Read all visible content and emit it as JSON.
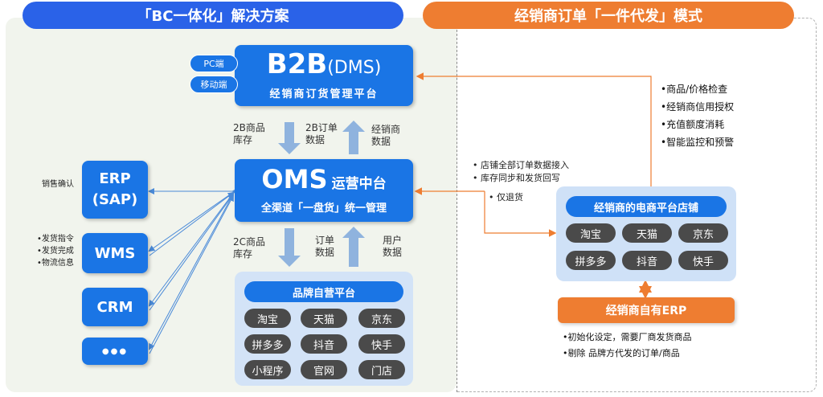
{
  "headers": {
    "left": "「BC一体化」解决方案",
    "right": "经销商订单「一件代发」模式"
  },
  "b2b": {
    "pc": "PC端",
    "mobile": "移动端",
    "title": "B2B",
    "title_suffix": "(DMS)",
    "subtitle": "经销商订货管理平台"
  },
  "flow_top": {
    "left": "2B商品\n库存",
    "middle": "2B订单\n数据",
    "right": "经销商\n数据"
  },
  "oms": {
    "title": "OMS",
    "title_suffix": "运营中台",
    "subtitle": "全渠道「一盘货」统一管理"
  },
  "flow_bottom": {
    "left": "2C商品\n库存",
    "middle": "订单\n数据",
    "right": "用户\n数据"
  },
  "systems": {
    "erp": "ERP\n(SAP)",
    "wms": "WMS",
    "crm": "CRM",
    "more": "●●●"
  },
  "erp_note": "销售确认",
  "wms_notes": [
    "•发货指令",
    "•发货完成",
    "•物流信息"
  ],
  "brand_platform": {
    "title": "品牌自营平台",
    "channels": [
      "淘宝",
      "天猫",
      "京东",
      "拼多多",
      "抖音",
      "快手",
      "小程序",
      "官网",
      "门店"
    ]
  },
  "b2b_checks": [
    "•商品/价格检查",
    "•经销商信用授权",
    "•充值额度消耗",
    "•智能监控和预警"
  ],
  "oms_links": [
    "•  店铺全部订单数据接入",
    "•  库存同步和发货回写",
    "•  仅退货"
  ],
  "dealer_shop": {
    "title": "经销商的电商平台店铺",
    "channels": [
      "淘宝",
      "天猫",
      "京东",
      "拼多多",
      "抖音",
      "快手"
    ]
  },
  "dealer_erp": "经销商自有ERP",
  "dealer_erp_notes": [
    "•初始化设定，需要厂商发货商品",
    "•剔除 品牌方代发的订单/商品"
  ]
}
